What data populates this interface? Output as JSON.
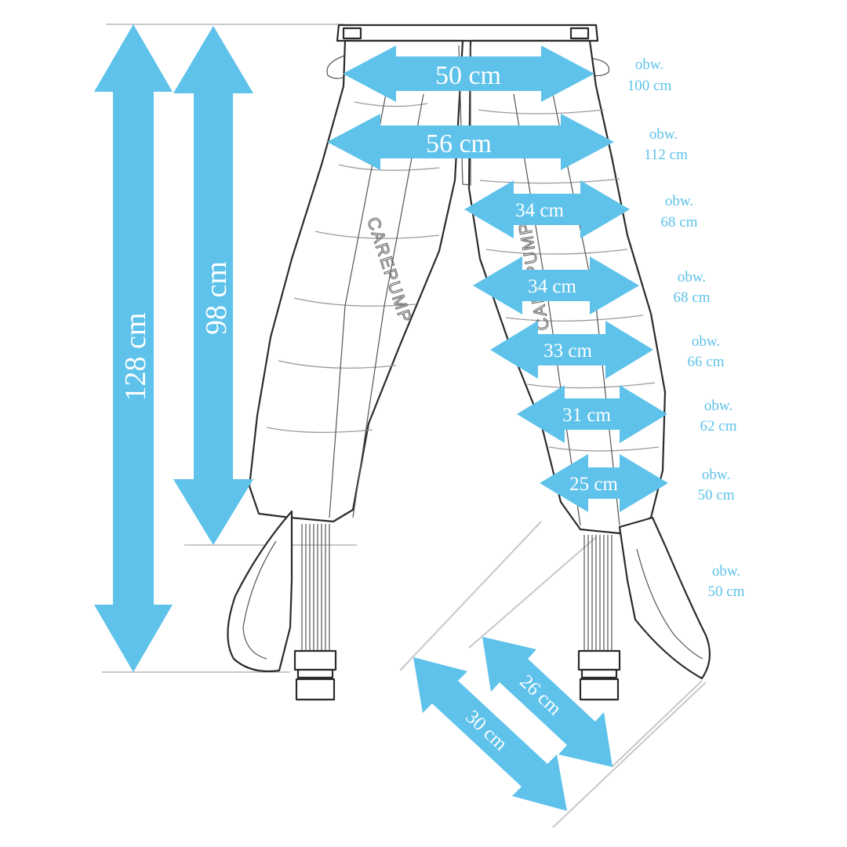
{
  "product": {
    "brand_text": "CAREPUMP"
  },
  "dimensions": {
    "total_length": "128 cm",
    "leg_length": "98 cm",
    "waist_width": "50 cm",
    "hip_width": "56 cm",
    "thigh_width_1": "34 cm",
    "thigh_width_2": "34 cm",
    "knee_width": "33 cm",
    "calf_width": "31 cm",
    "ankle_width": "25 cm",
    "foot_length_inner": "26 cm",
    "foot_length_outer": "30 cm"
  },
  "circumferences": [
    {
      "label": "obw.",
      "value": "100 cm"
    },
    {
      "label": "obw.",
      "value": "112 cm"
    },
    {
      "label": "obw.",
      "value": "68 cm"
    },
    {
      "label": "obw.",
      "value": "68 cm"
    },
    {
      "label": "obw.",
      "value": "66 cm"
    },
    {
      "label": "obw.",
      "value": "62 cm"
    },
    {
      "label": "obw.",
      "value": "50 cm"
    },
    {
      "label": "obw.",
      "value": "50 cm"
    }
  ],
  "colors": {
    "accent": "#5ec2ea",
    "outline": "#2b2b2b",
    "guide": "#c8c8c8"
  }
}
